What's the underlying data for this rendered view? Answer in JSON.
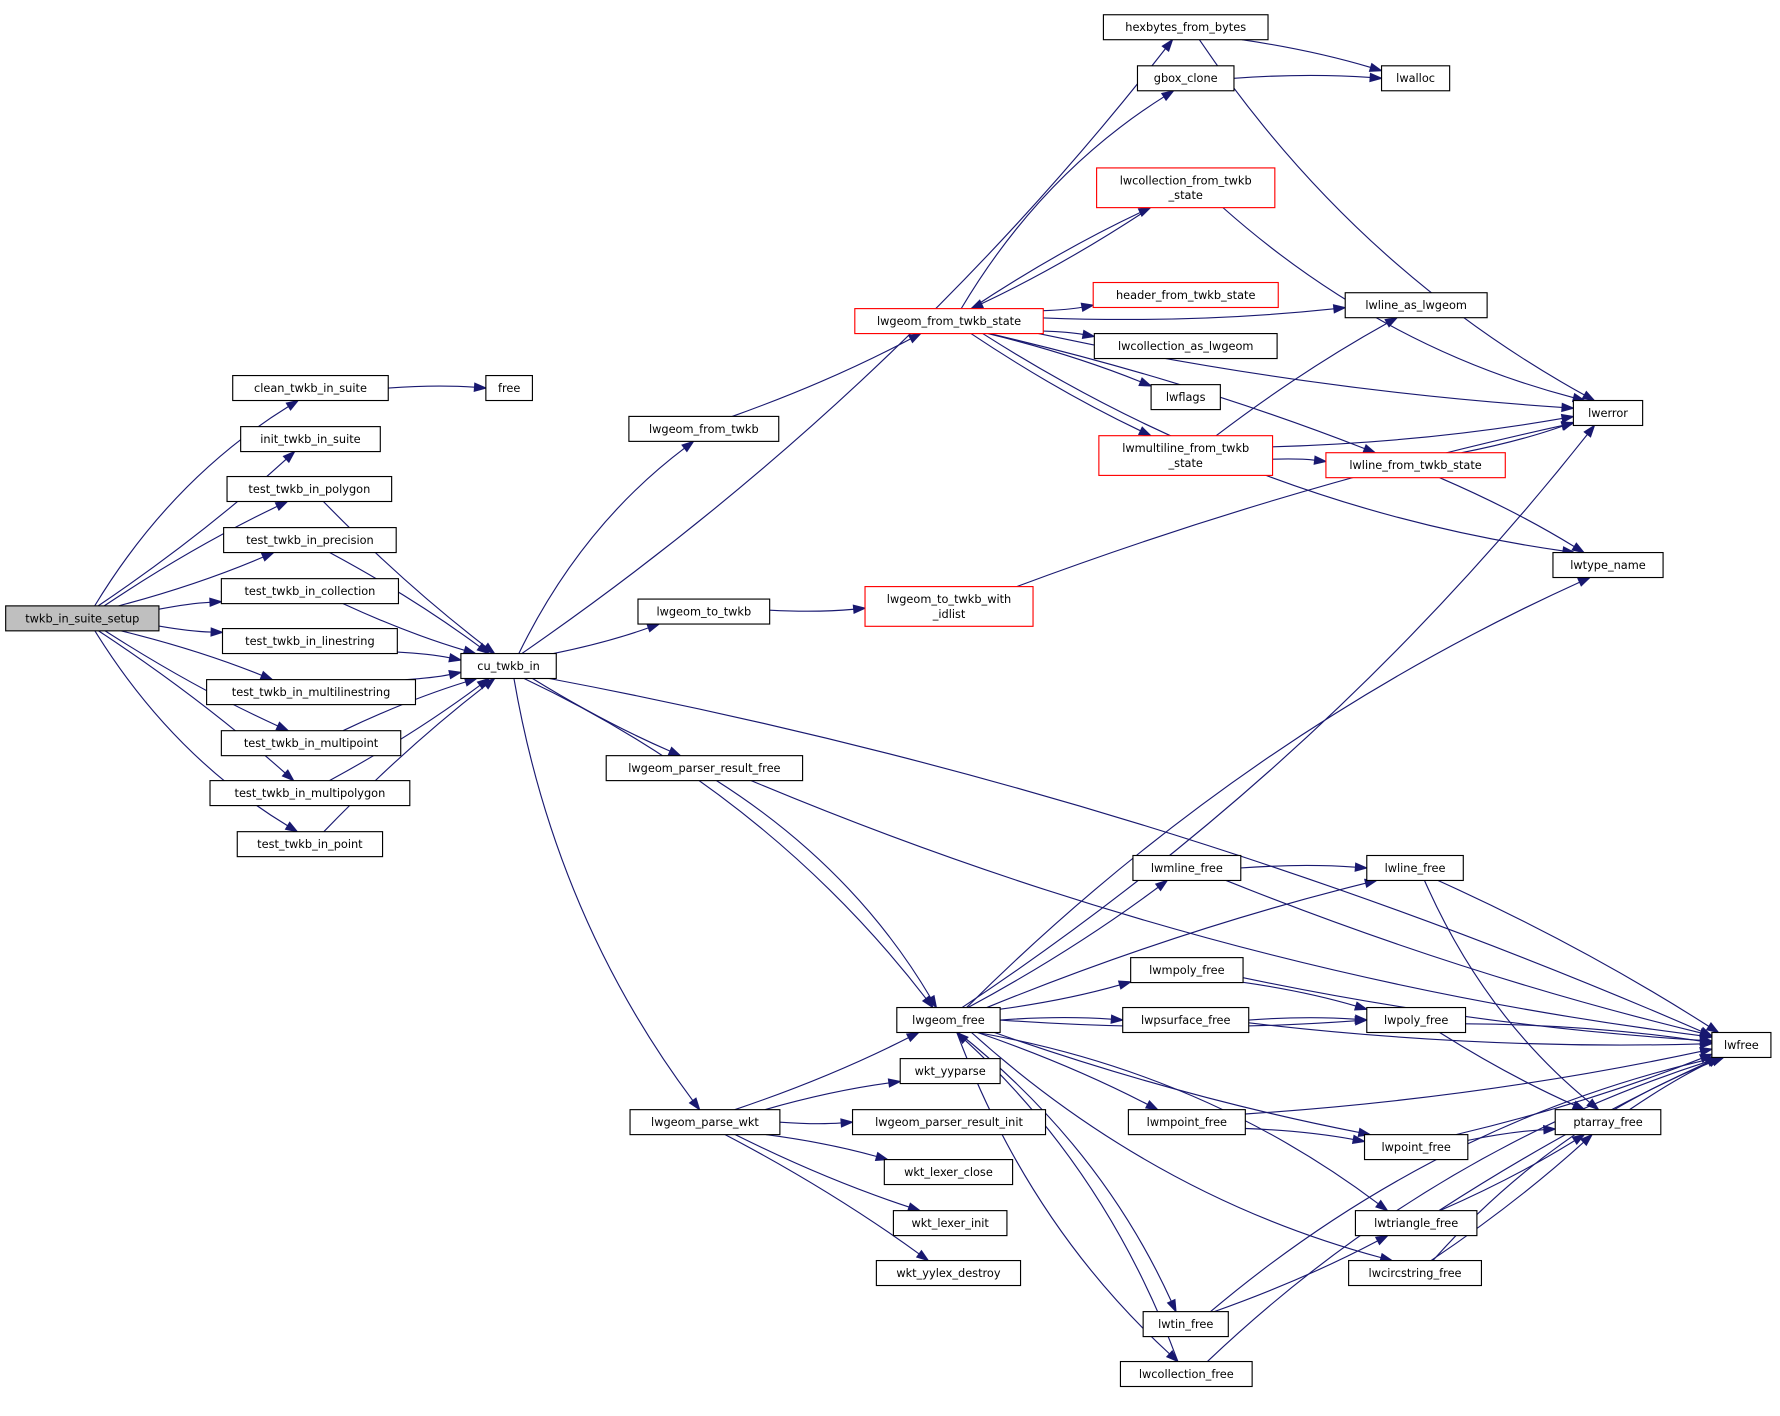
{
  "title": "twkb_in_suite_setup call graph",
  "colors": {
    "edge": "#191970",
    "root_fill": "#bfbfbf",
    "normal_border": "#000000",
    "truncated_border": "#ff0000"
  },
  "nodes": [
    {
      "id": "twkb_in_suite_setup",
      "lines": [
        "twkb_in_suite_setup"
      ],
      "kind": "root"
    },
    {
      "id": "clean_twkb_in_suite",
      "lines": [
        "clean_twkb_in_suite"
      ],
      "kind": "normal"
    },
    {
      "id": "free",
      "lines": [
        "free"
      ],
      "kind": "normal"
    },
    {
      "id": "init_twkb_in_suite",
      "lines": [
        "init_twkb_in_suite"
      ],
      "kind": "normal"
    },
    {
      "id": "test_twkb_in_polygon",
      "lines": [
        "test_twkb_in_polygon"
      ],
      "kind": "normal"
    },
    {
      "id": "test_twkb_in_precision",
      "lines": [
        "test_twkb_in_precision"
      ],
      "kind": "normal"
    },
    {
      "id": "test_twkb_in_collection",
      "lines": [
        "test_twkb_in_collection"
      ],
      "kind": "normal"
    },
    {
      "id": "test_twkb_in_linestring",
      "lines": [
        "test_twkb_in_linestring"
      ],
      "kind": "normal"
    },
    {
      "id": "test_twkb_in_multilinestring",
      "lines": [
        "test_twkb_in_multilinestring"
      ],
      "kind": "normal"
    },
    {
      "id": "test_twkb_in_multipoint",
      "lines": [
        "test_twkb_in_multipoint"
      ],
      "kind": "normal"
    },
    {
      "id": "test_twkb_in_multipolygon",
      "lines": [
        "test_twkb_in_multipolygon"
      ],
      "kind": "normal"
    },
    {
      "id": "test_twkb_in_point",
      "lines": [
        "test_twkb_in_point"
      ],
      "kind": "normal"
    },
    {
      "id": "cu_twkb_in",
      "lines": [
        "cu_twkb_in"
      ],
      "kind": "normal"
    },
    {
      "id": "hexbytes_from_bytes",
      "lines": [
        "hexbytes_from_bytes"
      ],
      "kind": "normal"
    },
    {
      "id": "lwalloc",
      "lines": [
        "lwalloc"
      ],
      "kind": "normal"
    },
    {
      "id": "gbox_clone",
      "lines": [
        "gbox_clone"
      ],
      "kind": "normal"
    },
    {
      "id": "lwcollection_from_twkb_state",
      "lines": [
        "lwcollection_from_twkb",
        "_state"
      ],
      "kind": "truncated"
    },
    {
      "id": "lwgeom_from_twkb_state",
      "lines": [
        "lwgeom_from_twkb_state"
      ],
      "kind": "truncated"
    },
    {
      "id": "header_from_twkb_state",
      "lines": [
        "header_from_twkb_state"
      ],
      "kind": "truncated"
    },
    {
      "id": "lwline_as_lwgeom",
      "lines": [
        "lwline_as_lwgeom"
      ],
      "kind": "normal"
    },
    {
      "id": "lwcollection_as_lwgeom",
      "lines": [
        "lwcollection_as_lwgeom"
      ],
      "kind": "normal"
    },
    {
      "id": "lwflags",
      "lines": [
        "lwflags"
      ],
      "kind": "normal"
    },
    {
      "id": "lwerror",
      "lines": [
        "lwerror"
      ],
      "kind": "normal"
    },
    {
      "id": "lwgeom_from_twkb",
      "lines": [
        "lwgeom_from_twkb"
      ],
      "kind": "normal"
    },
    {
      "id": "lwmultiline_from_twkb_state",
      "lines": [
        "lwmultiline_from_twkb",
        "_state"
      ],
      "kind": "truncated"
    },
    {
      "id": "lwline_from_twkb_state",
      "lines": [
        "lwline_from_twkb_state"
      ],
      "kind": "truncated"
    },
    {
      "id": "lwtype_name",
      "lines": [
        "lwtype_name"
      ],
      "kind": "normal"
    },
    {
      "id": "lwgeom_to_twkb",
      "lines": [
        "lwgeom_to_twkb"
      ],
      "kind": "normal"
    },
    {
      "id": "lwgeom_to_twkb_with_idlist",
      "lines": [
        "lwgeom_to_twkb_with",
        "_idlist"
      ],
      "kind": "truncated"
    },
    {
      "id": "lwgeom_parser_result_free",
      "lines": [
        "lwgeom_parser_result_free"
      ],
      "kind": "normal"
    },
    {
      "id": "lwfree",
      "lines": [
        "lwfree"
      ],
      "kind": "normal"
    },
    {
      "id": "lwmline_free",
      "lines": [
        "lwmline_free"
      ],
      "kind": "normal"
    },
    {
      "id": "lwline_free",
      "lines": [
        "lwline_free"
      ],
      "kind": "normal"
    },
    {
      "id": "lwmpoly_free",
      "lines": [
        "lwmpoly_free"
      ],
      "kind": "normal"
    },
    {
      "id": "lwgeom_free",
      "lines": [
        "lwgeom_free"
      ],
      "kind": "normal"
    },
    {
      "id": "lwpsurface_free",
      "lines": [
        "lwpsurface_free"
      ],
      "kind": "normal"
    },
    {
      "id": "lwpoly_free",
      "lines": [
        "lwpoly_free"
      ],
      "kind": "normal"
    },
    {
      "id": "wkt_yyparse",
      "lines": [
        "wkt_yyparse"
      ],
      "kind": "normal"
    },
    {
      "id": "lwgeom_parse_wkt",
      "lines": [
        "lwgeom_parse_wkt"
      ],
      "kind": "normal"
    },
    {
      "id": "lwgeom_parser_result_init",
      "lines": [
        "lwgeom_parser_result_init"
      ],
      "kind": "normal"
    },
    {
      "id": "lwmpoint_free",
      "lines": [
        "lwmpoint_free"
      ],
      "kind": "normal"
    },
    {
      "id": "ptarray_free",
      "lines": [
        "ptarray_free"
      ],
      "kind": "normal"
    },
    {
      "id": "lwpoint_free",
      "lines": [
        "lwpoint_free"
      ],
      "kind": "normal"
    },
    {
      "id": "wkt_lexer_close",
      "lines": [
        "wkt_lexer_close"
      ],
      "kind": "normal"
    },
    {
      "id": "wkt_lexer_init",
      "lines": [
        "wkt_lexer_init"
      ],
      "kind": "normal"
    },
    {
      "id": "lwtriangle_free",
      "lines": [
        "lwtriangle_free"
      ],
      "kind": "normal"
    },
    {
      "id": "wkt_yylex_destroy",
      "lines": [
        "wkt_yylex_destroy"
      ],
      "kind": "normal"
    },
    {
      "id": "lwcircstring_free",
      "lines": [
        "lwcircstring_free"
      ],
      "kind": "normal"
    },
    {
      "id": "lwtin_free",
      "lines": [
        "lwtin_free"
      ],
      "kind": "normal"
    },
    {
      "id": "lwcollection_free",
      "lines": [
        "lwcollection_free"
      ],
      "kind": "normal"
    }
  ],
  "edges": [
    [
      "twkb_in_suite_setup",
      "clean_twkb_in_suite"
    ],
    [
      "twkb_in_suite_setup",
      "init_twkb_in_suite"
    ],
    [
      "twkb_in_suite_setup",
      "test_twkb_in_polygon"
    ],
    [
      "twkb_in_suite_setup",
      "test_twkb_in_precision"
    ],
    [
      "twkb_in_suite_setup",
      "test_twkb_in_collection"
    ],
    [
      "twkb_in_suite_setup",
      "test_twkb_in_linestring"
    ],
    [
      "twkb_in_suite_setup",
      "test_twkb_in_multilinestring"
    ],
    [
      "twkb_in_suite_setup",
      "test_twkb_in_multipoint"
    ],
    [
      "twkb_in_suite_setup",
      "test_twkb_in_multipolygon"
    ],
    [
      "twkb_in_suite_setup",
      "test_twkb_in_point"
    ],
    [
      "clean_twkb_in_suite",
      "free"
    ],
    [
      "test_twkb_in_polygon",
      "cu_twkb_in"
    ],
    [
      "test_twkb_in_precision",
      "cu_twkb_in"
    ],
    [
      "test_twkb_in_collection",
      "cu_twkb_in"
    ],
    [
      "test_twkb_in_linestring",
      "cu_twkb_in"
    ],
    [
      "test_twkb_in_multilinestring",
      "cu_twkb_in"
    ],
    [
      "test_twkb_in_multipoint",
      "cu_twkb_in"
    ],
    [
      "test_twkb_in_multipolygon",
      "cu_twkb_in"
    ],
    [
      "test_twkb_in_point",
      "cu_twkb_in"
    ],
    [
      "cu_twkb_in",
      "hexbytes_from_bytes"
    ],
    [
      "cu_twkb_in",
      "lwgeom_from_twkb"
    ],
    [
      "cu_twkb_in",
      "lwgeom_to_twkb"
    ],
    [
      "cu_twkb_in",
      "lwfree"
    ],
    [
      "cu_twkb_in",
      "lwgeom_parser_result_free"
    ],
    [
      "cu_twkb_in",
      "lwgeom_free"
    ],
    [
      "cu_twkb_in",
      "lwgeom_parse_wkt"
    ],
    [
      "hexbytes_from_bytes",
      "lwalloc"
    ],
    [
      "hexbytes_from_bytes",
      "lwerror"
    ],
    [
      "gbox_clone",
      "lwalloc"
    ],
    [
      "lwgeom_from_twkb",
      "lwgeom_from_twkb_state"
    ],
    [
      "lwgeom_from_twkb_state",
      "gbox_clone"
    ],
    [
      "lwgeom_from_twkb_state",
      "lwerror"
    ],
    [
      "lwgeom_from_twkb_state",
      "lwcollection_from_twkb_state"
    ],
    [
      "lwgeom_from_twkb_state",
      "header_from_twkb_state"
    ],
    [
      "lwgeom_from_twkb_state",
      "lwcollection_as_lwgeom"
    ],
    [
      "lwgeom_from_twkb_state",
      "lwline_as_lwgeom"
    ],
    [
      "lwgeom_from_twkb_state",
      "lwflags"
    ],
    [
      "lwgeom_from_twkb_state",
      "lwmultiline_from_twkb_state"
    ],
    [
      "lwgeom_from_twkb_state",
      "lwline_from_twkb_state"
    ],
    [
      "lwgeom_from_twkb_state",
      "lwtype_name"
    ],
    [
      "lwcollection_from_twkb_state",
      "lwgeom_from_twkb_state"
    ],
    [
      "lwcollection_from_twkb_state",
      "lwerror"
    ],
    [
      "lwmultiline_from_twkb_state",
      "lwline_as_lwgeom"
    ],
    [
      "lwmultiline_from_twkb_state",
      "lwerror"
    ],
    [
      "lwmultiline_from_twkb_state",
      "lwline_from_twkb_state"
    ],
    [
      "lwline_from_twkb_state",
      "lwerror"
    ],
    [
      "lwline_from_twkb_state",
      "lwtype_name"
    ],
    [
      "lwgeom_to_twkb",
      "lwgeom_to_twkb_with_idlist"
    ],
    [
      "lwgeom_to_twkb_with_idlist",
      "lwerror"
    ],
    [
      "lwgeom_parser_result_free",
      "lwfree"
    ],
    [
      "lwgeom_parser_result_free",
      "lwgeom_free"
    ],
    [
      "lwgeom_free",
      "lwerror"
    ],
    [
      "lwgeom_free",
      "lwtype_name"
    ],
    [
      "lwgeom_free",
      "lwmline_free"
    ],
    [
      "lwgeom_free",
      "lwline_free"
    ],
    [
      "lwgeom_free",
      "lwmpoly_free"
    ],
    [
      "lwgeom_free",
      "lwpsurface_free"
    ],
    [
      "lwgeom_free",
      "lwpoly_free"
    ],
    [
      "lwgeom_free",
      "lwmpoint_free"
    ],
    [
      "lwgeom_free",
      "lwpoint_free"
    ],
    [
      "lwgeom_free",
      "lwtriangle_free"
    ],
    [
      "lwgeom_free",
      "lwcircstring_free"
    ],
    [
      "lwgeom_free",
      "lwtin_free"
    ],
    [
      "lwgeom_free",
      "lwcollection_free"
    ],
    [
      "lwmline_free",
      "lwline_free"
    ],
    [
      "lwmline_free",
      "lwfree"
    ],
    [
      "lwline_free",
      "lwfree"
    ],
    [
      "lwline_free",
      "ptarray_free"
    ],
    [
      "lwmpoly_free",
      "lwpoly_free"
    ],
    [
      "lwmpoly_free",
      "lwfree"
    ],
    [
      "lwpsurface_free",
      "lwpoly_free"
    ],
    [
      "lwpsurface_free",
      "lwfree"
    ],
    [
      "lwpoly_free",
      "lwfree"
    ],
    [
      "lwpoly_free",
      "ptarray_free"
    ],
    [
      "lwmpoint_free",
      "lwpoint_free"
    ],
    [
      "lwmpoint_free",
      "lwfree"
    ],
    [
      "lwpoint_free",
      "ptarray_free"
    ],
    [
      "lwpoint_free",
      "lwfree"
    ],
    [
      "ptarray_free",
      "lwfree"
    ],
    [
      "lwtriangle_free",
      "ptarray_free"
    ],
    [
      "lwtriangle_free",
      "lwfree"
    ],
    [
      "lwcircstring_free",
      "ptarray_free"
    ],
    [
      "lwcircstring_free",
      "lwfree"
    ],
    [
      "lwtin_free",
      "lwtriangle_free"
    ],
    [
      "lwtin_free",
      "lwfree"
    ],
    [
      "lwcollection_free",
      "lwgeom_free"
    ],
    [
      "lwcollection_free",
      "lwfree"
    ],
    [
      "lwgeom_parse_wkt",
      "lwgeom_free"
    ],
    [
      "lwgeom_parse_wkt",
      "wkt_yyparse"
    ],
    [
      "lwgeom_parse_wkt",
      "lwgeom_parser_result_init"
    ],
    [
      "lwgeom_parse_wkt",
      "wkt_lexer_close"
    ],
    [
      "lwgeom_parse_wkt",
      "wkt_lexer_init"
    ],
    [
      "lwgeom_parse_wkt",
      "wkt_yylex_destroy"
    ]
  ]
}
